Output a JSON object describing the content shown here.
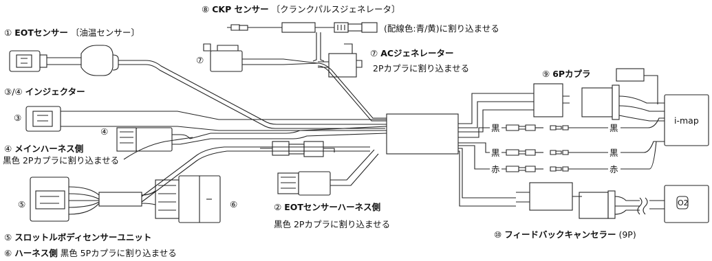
{
  "labels": {
    "l1_num": "①",
    "l1_name": "EOTセンサー",
    "l1_sub": "〔油温センサー〕",
    "l8_num": "⑧",
    "l8_name": "CKP センサー",
    "l8_sub": "〔クランクパルスジェネレータ〕",
    "l8_note": "(配線色:青/黄)に割り込ませる",
    "l34_num": "③/④",
    "l34_name": "インジェクター",
    "l3_tag": "③",
    "l4_tag": "④",
    "l4_num": "④",
    "l4_name": "メインハーネス側",
    "l4_note": "黒色 2Pカプラに割り込ませる",
    "l7_tag": "⑦",
    "l7_num": "⑦",
    "l7_name": "ACジェネレーター",
    "l7_note": "2Pカプラに割り込ませる",
    "l9_num": "⑨",
    "l9_name": "6Pカプラ",
    "imap": "i-map",
    "wire_black1_left": "黒",
    "wire_black1_right": "黒",
    "wire_black2_left": "黒",
    "wire_black2_right": "黒",
    "wire_red_left": "赤",
    "wire_red_right": "赤",
    "l2_num": "②",
    "l2_name": "EOTセンサーハーネス側",
    "l2_note": "黒色 2Pカプラに割り込ませる",
    "l5_tag": "⑤",
    "l6_tag": "⑥",
    "l5_num": "⑤",
    "l5_name": "スロットルボディセンサーユニット",
    "l6_num": "⑥",
    "l6_name": "ハーネス側",
    "l6_note": "黒色 5Pカプラに割り込ませる",
    "l10_num": "⑩",
    "l10_name": "フィードバックキャンセラー",
    "l10_note": "(9P)",
    "o2": "O2"
  }
}
